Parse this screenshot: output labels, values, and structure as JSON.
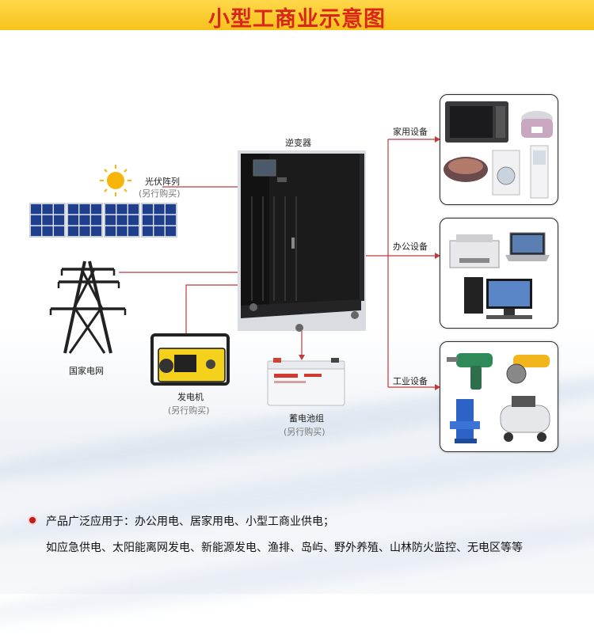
{
  "header": {
    "title": "小型工商业示意图"
  },
  "inverter": {
    "label": "逆变器"
  },
  "solar": {
    "label": "光伏阵列",
    "note": "(另行购买)"
  },
  "grid": {
    "label": "国家电网"
  },
  "generator": {
    "label": "发电机",
    "note": "(另行购买)"
  },
  "battery": {
    "label": "蓄电池组",
    "note": "(另行购买)"
  },
  "loads": {
    "home": {
      "label": "家用设备"
    },
    "office": {
      "label": "办公设备"
    },
    "industry": {
      "label": "工业设备"
    }
  },
  "footer": {
    "line1": "产品广泛应用于：办公用电、居家用电、小型工商业供电；",
    "line2": "如应急供电、太阳能离网发电、新能源发电、渔排、岛屿、野外养殖、山林防火监控、无电区等等"
  },
  "colors": {
    "header_bg": "#f7c21a",
    "header_text": "#d9251a",
    "wire": "#c23b3b"
  }
}
